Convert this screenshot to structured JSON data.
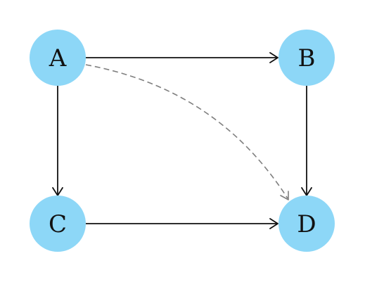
{
  "diagram": {
    "node_color": "#8dd7f7",
    "edge_color": "#111111",
    "dashed_edge_color": "#7f7f7f",
    "nodes": [
      {
        "id": "A",
        "label": "A"
      },
      {
        "id": "B",
        "label": "B"
      },
      {
        "id": "C",
        "label": "C"
      },
      {
        "id": "D",
        "label": "D"
      }
    ],
    "edges": [
      {
        "from": "A",
        "to": "B",
        "style": "solid"
      },
      {
        "from": "A",
        "to": "C",
        "style": "solid"
      },
      {
        "from": "B",
        "to": "D",
        "style": "solid"
      },
      {
        "from": "C",
        "to": "D",
        "style": "solid"
      },
      {
        "from": "A",
        "to": "D",
        "style": "dashed"
      }
    ]
  }
}
